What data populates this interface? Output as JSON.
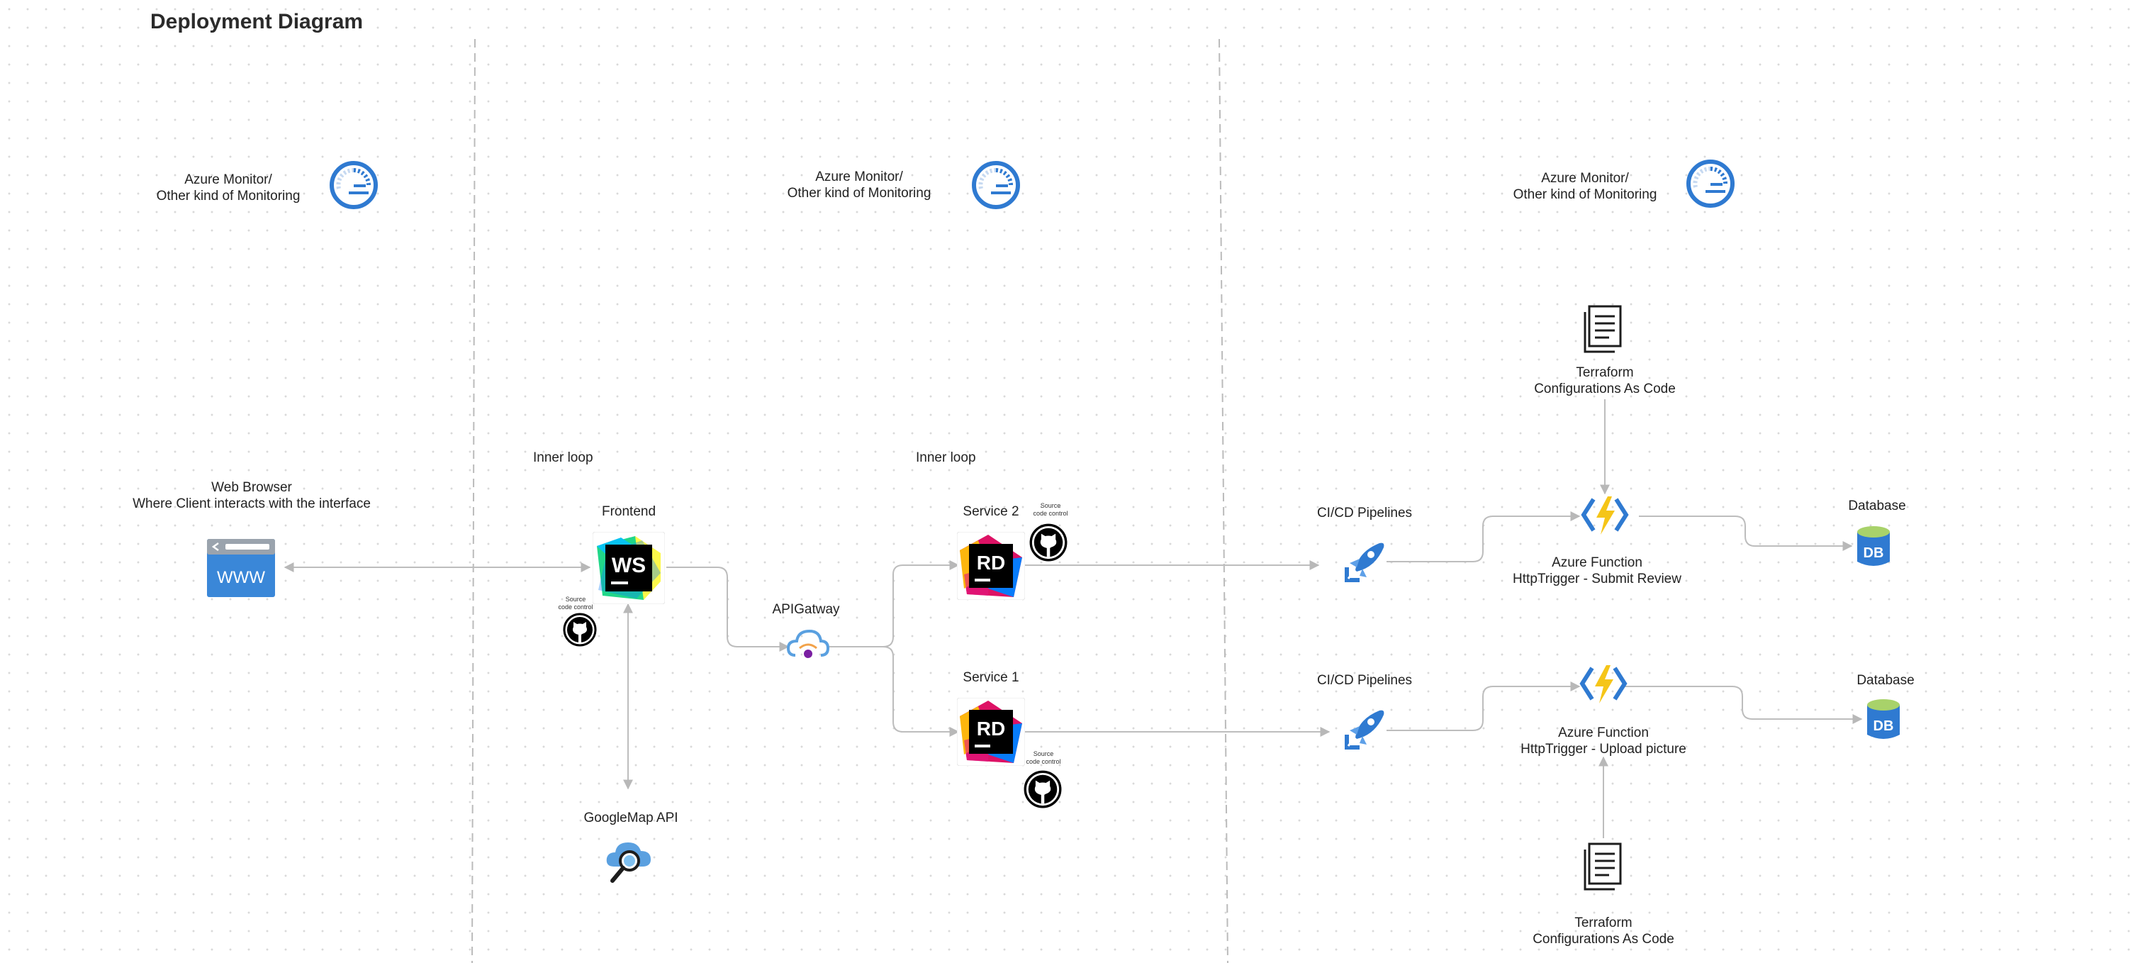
{
  "diagram": {
    "title": "Deployment Diagram",
    "monitors": [
      {
        "line1": "Azure Monitor/",
        "line2": "Other kind of Monitoring"
      },
      {
        "line1": "Azure Monitor/",
        "line2": "Other kind of Monitoring"
      },
      {
        "line1": "Azure Monitor/",
        "line2": "Other kind of Monitoring"
      }
    ],
    "inner_loop": [
      "Inner loop",
      "Inner loop"
    ],
    "browser": {
      "line1": "Web Browser",
      "line2": "Where Client interacts with the interface",
      "icon_text": "WWW"
    },
    "frontend": {
      "label": "Frontend",
      "icon_text": "WS"
    },
    "source_control": {
      "line1": "Source",
      "line2": "code control"
    },
    "apigateway": {
      "label": "APIGatway"
    },
    "googlemap": {
      "label": "GoogleMap API"
    },
    "service2": {
      "label": "Service 2",
      "icon_text": "RD"
    },
    "service1": {
      "label": "Service 1",
      "icon_text": "RD"
    },
    "cicd": [
      "CI/CD Pipelines",
      "CI/CD Pipelines"
    ],
    "terraform": [
      {
        "line1": "Terraform",
        "line2": "Configurations As Code"
      },
      {
        "line1": "Terraform",
        "line2": "Configurations As Code"
      }
    ],
    "functions": [
      {
        "line1": "Azure Function",
        "line2": "HttpTrigger - Submit Review"
      },
      {
        "line1": "Azure Function",
        "line2": "HttpTrigger - Upload picture"
      }
    ],
    "databases": [
      {
        "label": "Database",
        "icon_text": "DB"
      },
      {
        "label": "Database",
        "icon_text": "DB"
      }
    ],
    "colors": {
      "connector": "#bdbdbd",
      "divider": "#bbbbbb",
      "azure_blue": "#2f7ad1",
      "function_yellow": "#f5c518",
      "jetbrains_black": "#000000"
    }
  }
}
